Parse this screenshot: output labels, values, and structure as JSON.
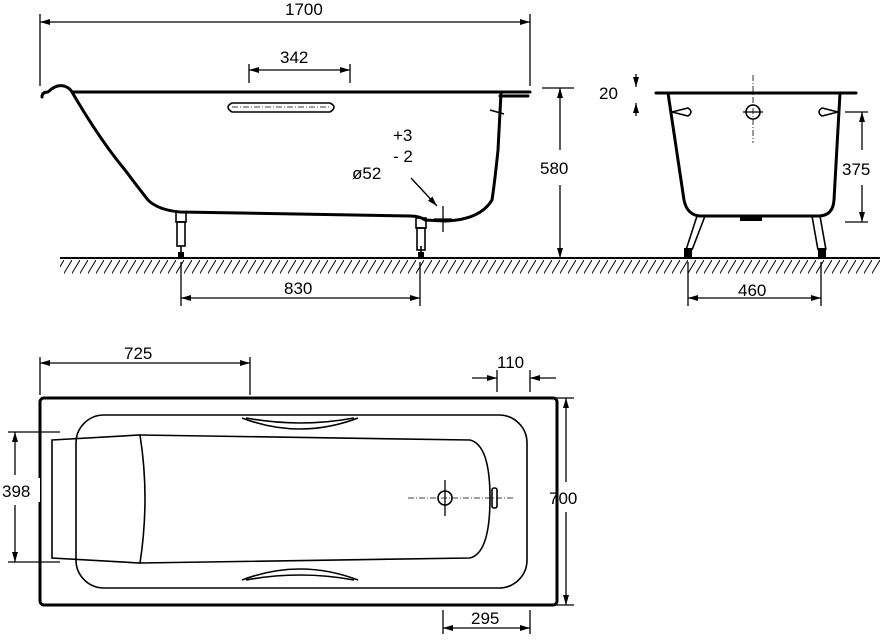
{
  "title": "Bathtub dimensional drawing",
  "side_view": {
    "overall_length": "1700",
    "handle_length": "342",
    "height": "580",
    "leg_spacing": "830",
    "drain_diameter": "ø52",
    "drain_tol_plus": "+3",
    "drain_tol_minus": "- 2"
  },
  "end_view": {
    "rim_thickness": "20",
    "overflow_height": "375",
    "leg_spacing": "460"
  },
  "plan_view": {
    "handle_offset": "725",
    "overflow_offset": "110",
    "inner_width": "398",
    "overall_width": "700",
    "drain_offset": "295"
  },
  "colors": {
    "line": "#000000",
    "background": "#ffffff"
  }
}
